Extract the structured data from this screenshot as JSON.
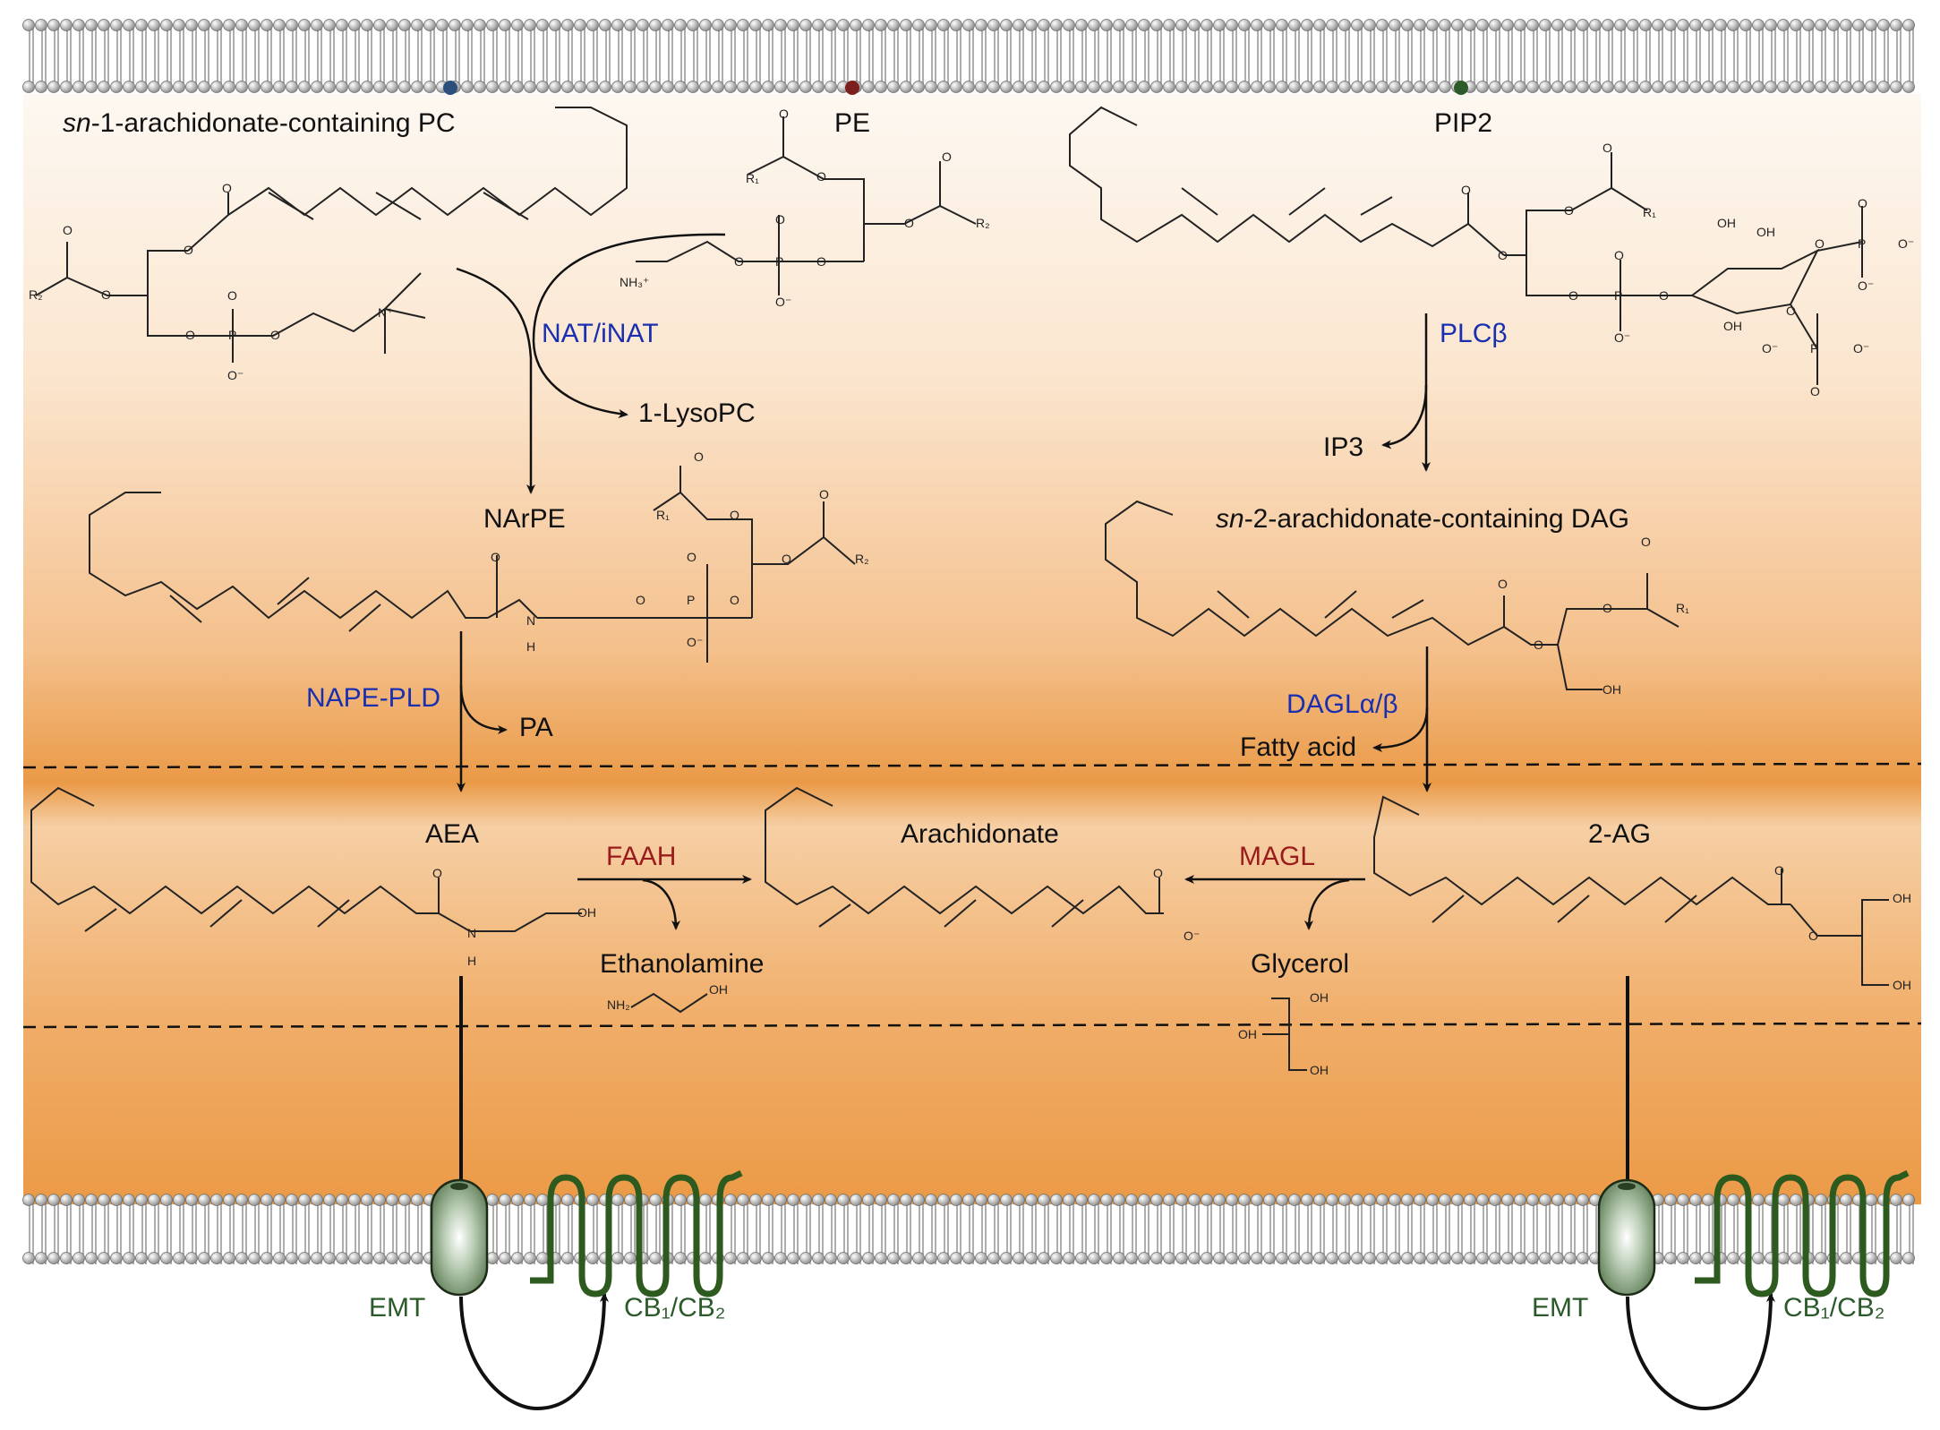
{
  "molecules": {
    "sn1_pc_prefix": "sn",
    "sn1_pc_rest": "-1-arachidonate-containing PC",
    "pe": "PE",
    "pip2": "PIP2",
    "lyso_pc": "1-LysoPC",
    "narpe": "NArPE",
    "ip3": "IP3",
    "sn2_dag_prefix": "sn",
    "sn2_dag_rest": "-2-arachidonate-containing DAG",
    "pa": "PA",
    "fatty_acid": "Fatty acid",
    "aea": "AEA",
    "arachidonate": "Arachidonate",
    "two_ag": "2-AG",
    "ethanolamine": "Ethanolamine",
    "glycerol": "Glycerol"
  },
  "enzymes": {
    "nat_inat": "NAT/iNAT",
    "plc_beta": "PLCβ",
    "nape_pld": "NAPE-PLD",
    "dagl": "DAGLα/β",
    "faah": "FAAH",
    "magl": "MAGL"
  },
  "transport": {
    "emt_left": "EMT",
    "emt_right": "EMT",
    "cb_left": "CB₁/CB₂",
    "cb_right": "CB₁/CB₂"
  },
  "atoms": {
    "O": "O",
    "P": "P",
    "N": "N",
    "H": "H",
    "OH": "OH",
    "O_minus": "O⁻",
    "R1": "R₁",
    "R2": "R₂",
    "nh3": "NH₃⁺",
    "nh2": "NH₂",
    "n_plus": "N⁺"
  },
  "colors": {
    "enzyme_blue": "#1a2fb0",
    "enzyme_red": "#9a1b1b",
    "receptor_green": "#2d5a1f",
    "cytosol_orange": "#e8953d"
  }
}
